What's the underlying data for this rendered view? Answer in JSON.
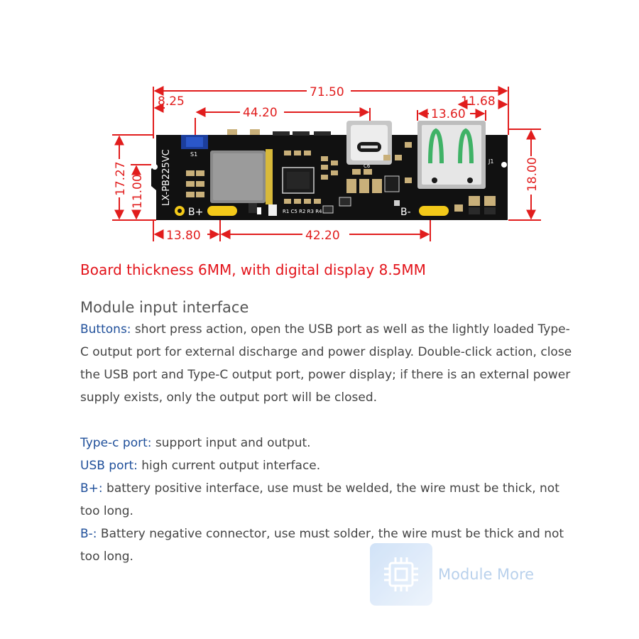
{
  "diagram": {
    "board_label": "LX-PB225VC",
    "dimensions": {
      "total_width": "71.50",
      "left_offset": "8.25",
      "button_to_typec": "44.20",
      "usb_width": "13.60",
      "usb_right_edge": "11.68",
      "height_left_outer": "17.27",
      "height_left_inner": "11.00",
      "height_right": "18.00",
      "bottom_left": "13.80",
      "bottom_span": "42.20"
    },
    "pads": {
      "b_plus": "B+",
      "b_minus": "B-"
    },
    "components": {
      "switch": "S1",
      "resistors": "R1 C5 R2 R3 R4",
      "connector": "J1",
      "cap": "C6"
    }
  },
  "subtitle": "Board thickness 6MM, with digital display 8.5MM",
  "section_title": "Module input interface",
  "items": [
    {
      "key": "Buttons:",
      "text": " short press action, open the USB port as well as the lightly loaded Type-C output port for external discharge and power display. Double-click action, close the USB port and Type-C output port, power display; if there is an external power supply exists, only the output port will be closed."
    },
    {
      "key": "Type-c port:",
      "text": " support input and output."
    },
    {
      "key": "USB port:",
      "text": " high current output interface."
    },
    {
      "key": "B+:",
      "text": " battery positive interface, use must be welded, the wire must be thick, not too long."
    },
    {
      "key": "B-:",
      "text": " Battery negative connector, use must solder, the wire must be thick and not too long."
    }
  ],
  "watermark": {
    "text": "Module More",
    "icon": "chip-icon"
  },
  "colors": {
    "dimension": "#e11d1d",
    "subtitle": "#e3141b",
    "keyword": "#1f4f9a",
    "pcb": "#111111",
    "pad": "#f3c919"
  }
}
